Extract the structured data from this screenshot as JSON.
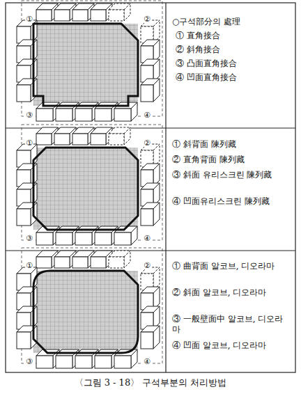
{
  "diagram": {
    "caption": "〈그림 3 - 18〉 구석부분의 처리방법",
    "labels": [
      "○구석部分의 處理",
      "① 直角接合",
      "② 斜角接合",
      "③ 凸面直角接合",
      "④ 凹面直角接合",
      "①",
      "②",
      "③",
      "④",
      "① 斜背面 陳列藏",
      "② 直角背面 陳列藏",
      "③ 斜面 유리스크린 陳列藏",
      "④ 凹面유리스크린 陳列藏",
      "①",
      "②",
      "③",
      "④",
      "① 曲背面 알코브, 디오라마",
      "② 斜面 알코브, 디오라마",
      "③ 一般壁面中 알코브, 디오라마",
      "④ 凹面 알코브, 디오라마",
      "①",
      "②",
      "③",
      "④"
    ]
  }
}
